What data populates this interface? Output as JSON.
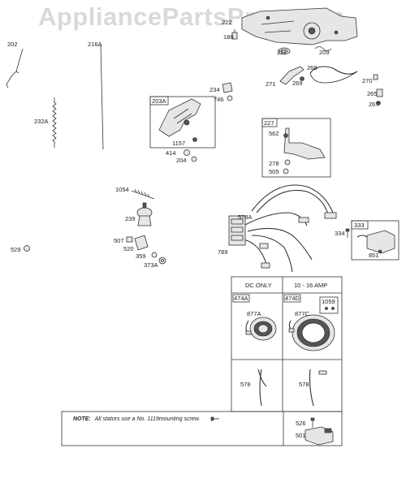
{
  "watermark": "AppliancePartsPros.com",
  "parts": {
    "p202": "202",
    "p216A": "216A",
    "p188": "188",
    "p222": "222",
    "p211": "211",
    "p209": "209",
    "p268": "268",
    "p271": "271",
    "p269": "269",
    "p270": "270",
    "p265": "265",
    "p267": "267",
    "p234": "234",
    "p746": "746",
    "p232A": "232A",
    "p203A": "203A",
    "p1157": "1157",
    "p414": "414",
    "p204": "204",
    "p227": "227",
    "p562": "562",
    "p278": "278",
    "p505": "505",
    "p1054": "1054",
    "p239": "239",
    "p578A": "578A",
    "p789": "789",
    "p333": "333",
    "p334": "334",
    "p851": "851",
    "p529": "529",
    "p507": "507",
    "p520": "520",
    "p359": "359",
    "p373A": "373A",
    "p474A": "474A",
    "p474D": "474D",
    "p1059": "1059",
    "p877A": "877A",
    "p877C": "877C",
    "p578a": "578",
    "p578b": "578",
    "p526": "526",
    "p501": "501"
  },
  "table": {
    "col1_header": "DC ONLY",
    "col2_header": "10 - 16 AMP"
  },
  "note": {
    "label": "NOTE:",
    "text": "All stators use a No. 1119mounting screw."
  }
}
